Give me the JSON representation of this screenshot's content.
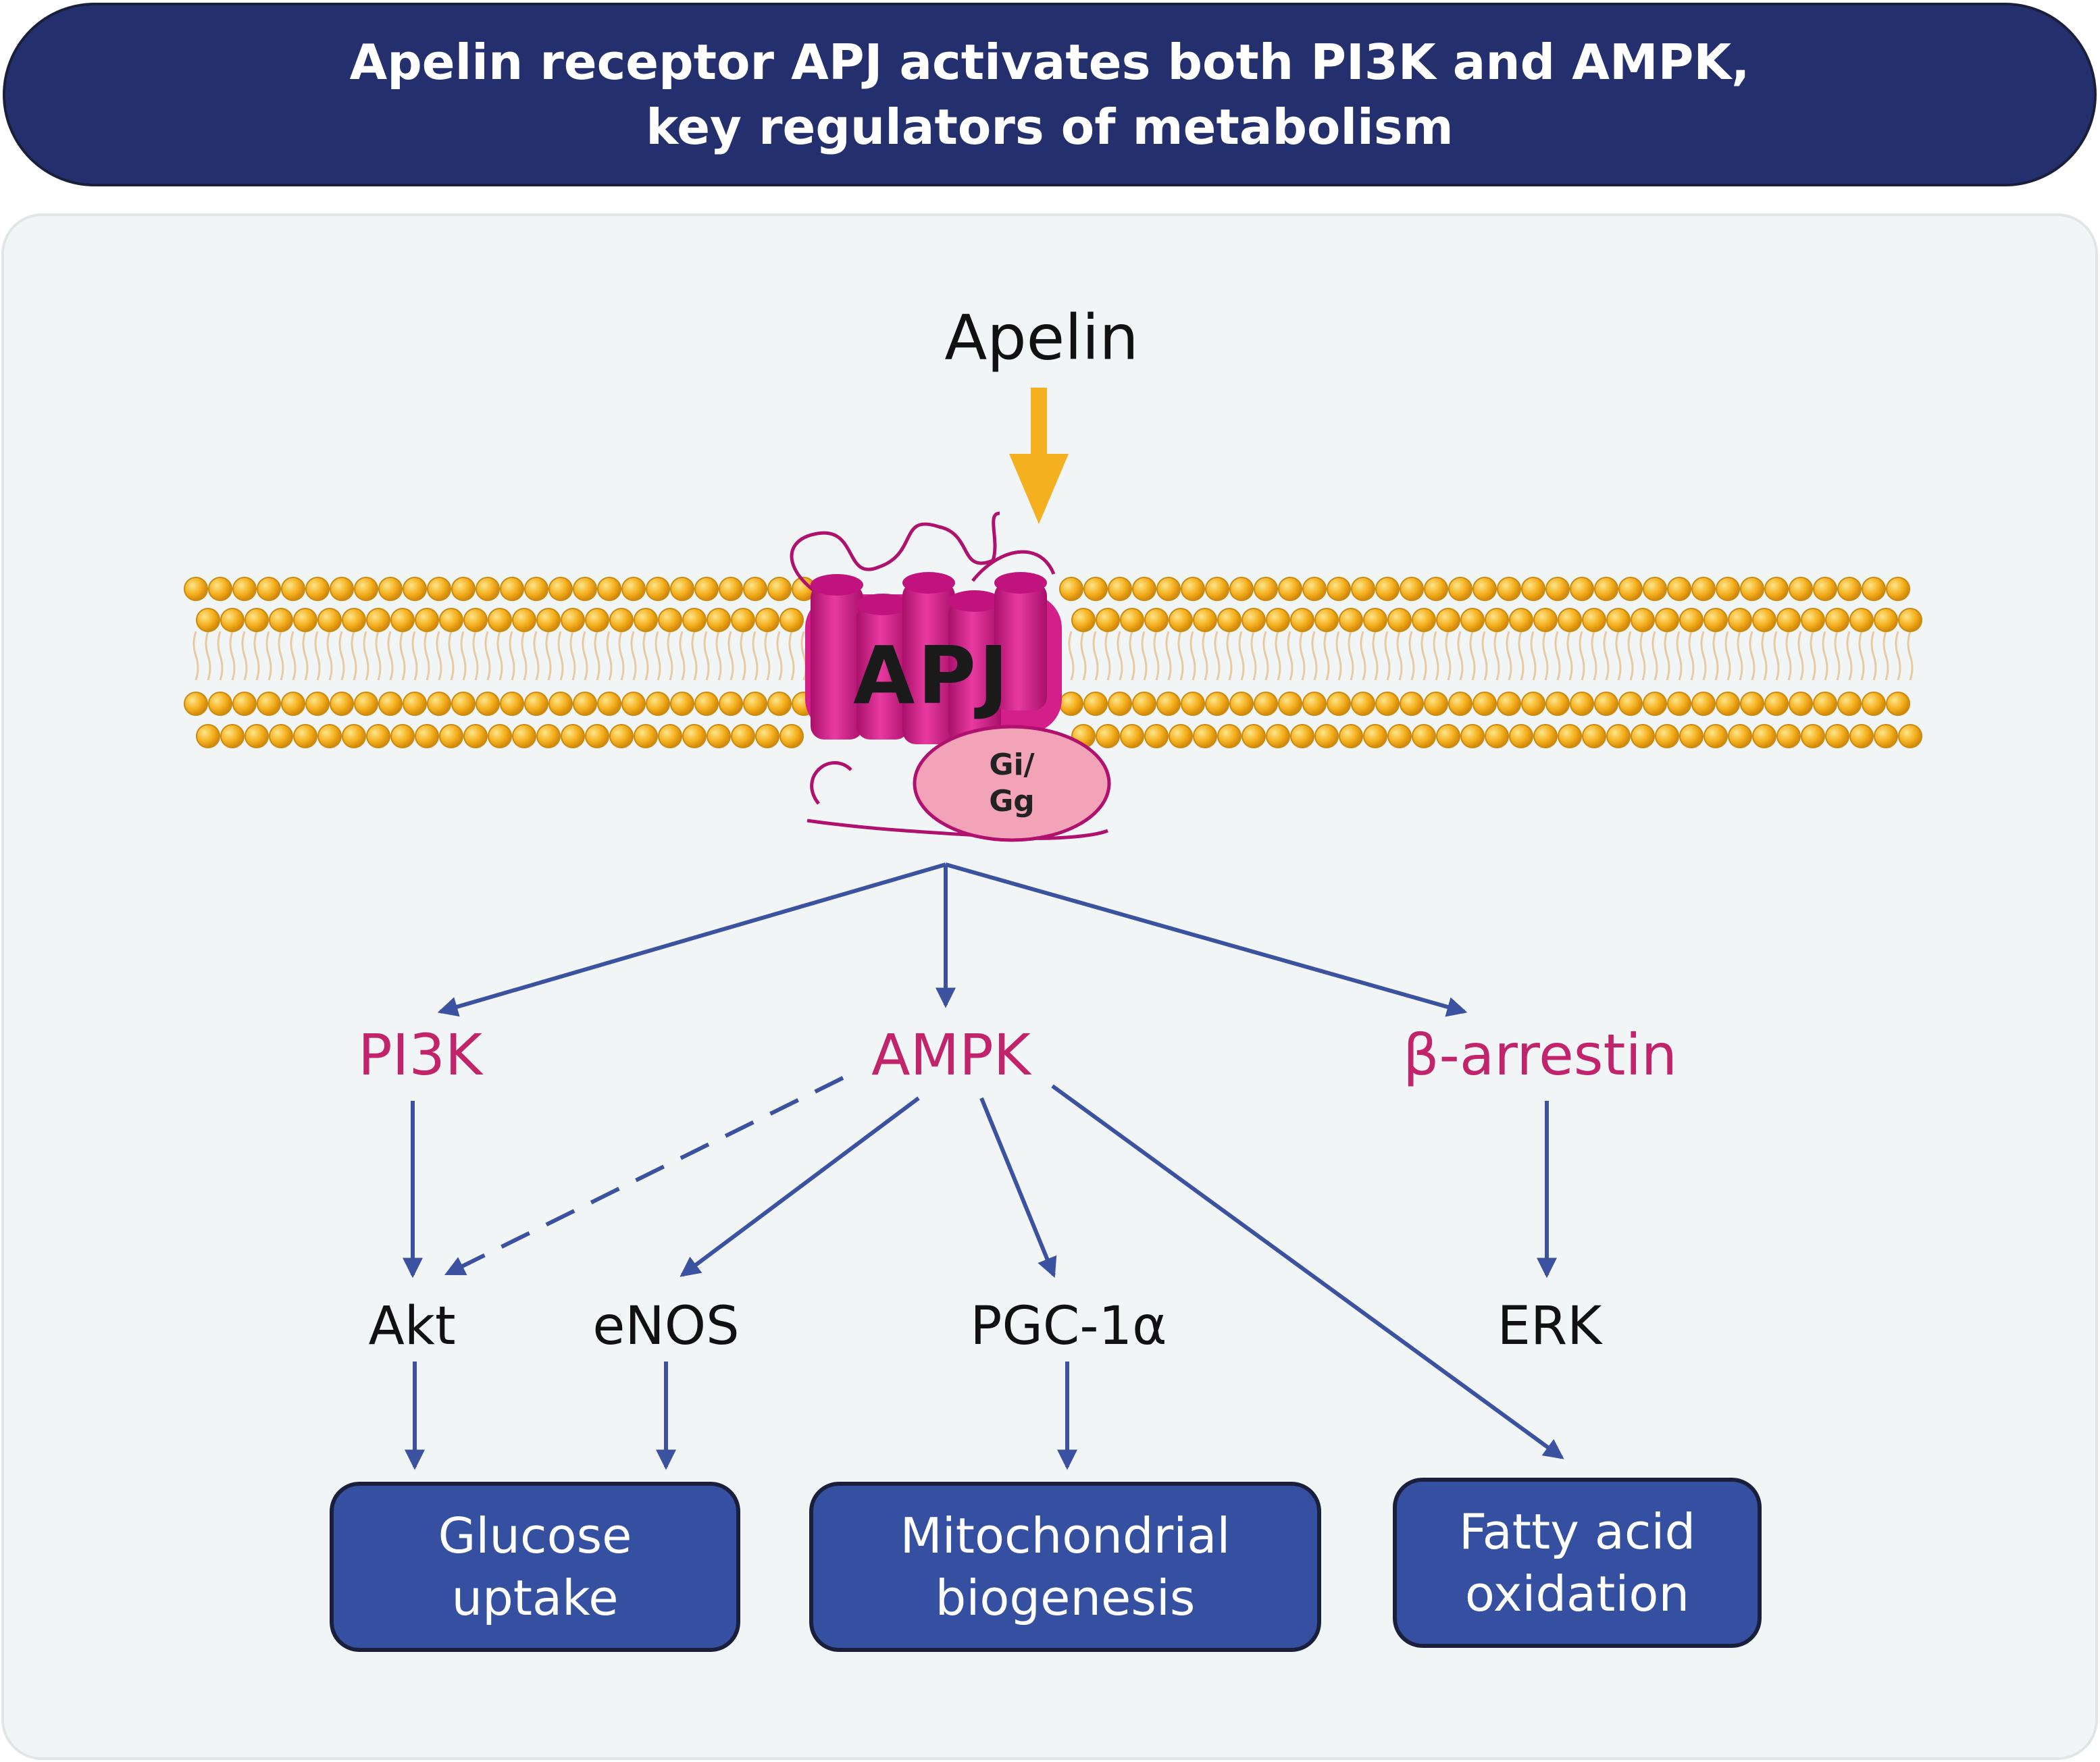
{
  "title": {
    "line1": "Apelin receptor APJ activates both PI3K and AMPK,",
    "line2": "key regulators of metabolism"
  },
  "ligand": {
    "label": "Apelin"
  },
  "receptor": {
    "label": "APJ",
    "g_protein_line1": "Gi/",
    "g_protein_line2": "Gg"
  },
  "effectors": {
    "pi3k": "PI3K",
    "ampk": "AMPK",
    "beta_arrestin": "β-arrestin"
  },
  "downstream": {
    "akt": "Akt",
    "enos": "eNOS",
    "pgc1a": "PGC-1α",
    "erk": "ERK"
  },
  "outcomes": {
    "glucose": {
      "line1": "Glucose",
      "line2": "uptake"
    },
    "mito": {
      "line1": "Mitochondrial",
      "line2": "biogenesis"
    },
    "fatty": {
      "line1": "Fatty acid",
      "line2": "oxidation"
    }
  },
  "colors": {
    "banner": "#24306d",
    "outcome_box": "#3550a0",
    "arrow": "#3a52a0",
    "effector_text": "#c2246b",
    "receptor": "#d41f8a",
    "g_protein": "#f2a3b8",
    "lipid_head": "#f5b01f",
    "ligand_arrow": "#f5b01f"
  }
}
